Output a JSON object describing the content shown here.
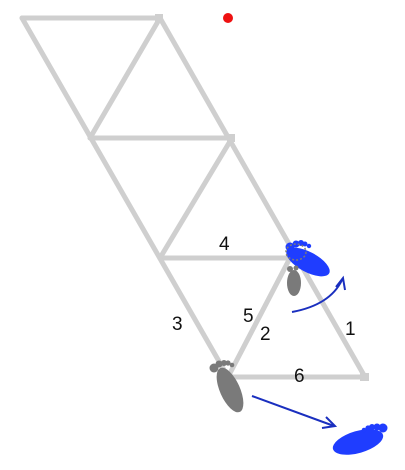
{
  "labels": {
    "one": "1",
    "two": "2",
    "three": "3",
    "four": "4",
    "five": "5",
    "six": "6"
  },
  "colors": {
    "lattice": "#cfcfcf",
    "marker": "#ee1111",
    "foot_blue": "#1f3dff",
    "foot_gray": "#7a7a7a",
    "arrow": "#1a2fbf",
    "text": "#111111"
  },
  "icons": {
    "marker": "red-dot-icon",
    "foot_blue": "bare-foot-icon",
    "foot_gray": "bare-foot-icon",
    "arrow": "curved-arrow-icon"
  }
}
